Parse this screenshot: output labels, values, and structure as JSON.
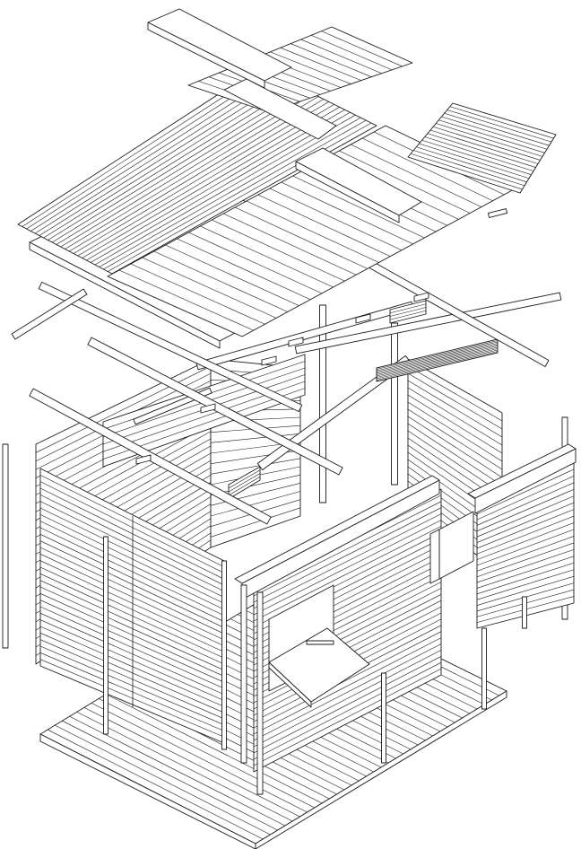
{
  "diagram": {
    "style": {
      "stroke": "#1a1a1a",
      "fill": "#ffffff",
      "background": "#ffffff"
    },
    "components": [
      "roof-ridge-cap",
      "corrugated-roof-sheets",
      "roof-board",
      "roof-beams",
      "roof-trusses",
      "wall-panels",
      "door-panel",
      "window-panel",
      "posts",
      "floor-deck"
    ]
  }
}
